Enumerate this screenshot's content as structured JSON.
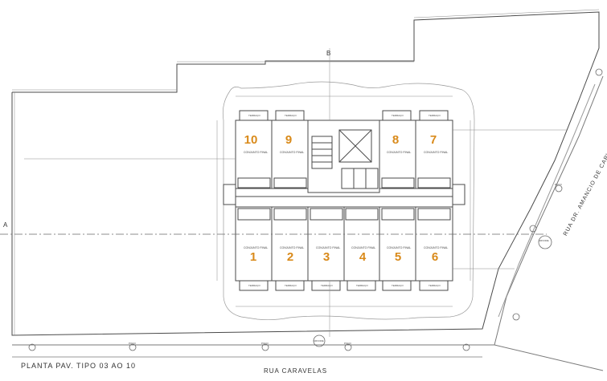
{
  "drawing": {
    "title": "PLANTA PAV. TIPO 03 AO 10",
    "streets": {
      "bottom": "RUA CARAVELAS",
      "right": "RUA DR. AMANCIO DE CARVALHO"
    },
    "axis_marks": {
      "top": "B",
      "left": "A"
    },
    "unit_numbers": [
      "10",
      "9",
      "8",
      "7",
      "1",
      "2",
      "3",
      "4",
      "5",
      "6"
    ],
    "apartment_caption": "CONJUNTO FINAL",
    "terrace_label": "TERRAÇO",
    "tree_label": "POÇO",
    "corner_tree_label": "ARVORE"
  },
  "colors": {
    "line": "#4a4a4a",
    "light_line": "#9a9a9a",
    "unit_number": "#d98a1a"
  }
}
